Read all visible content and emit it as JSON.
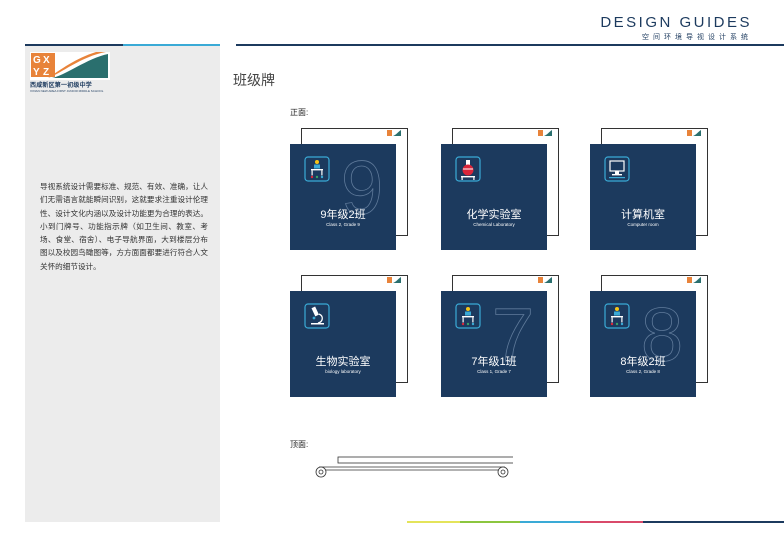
{
  "header": {
    "title": "DESIGN GUIDES",
    "subtitle": "空间环境导视设计系统"
  },
  "sidebar": {
    "logo": {
      "letters": [
        "G",
        "X",
        "Y",
        "Z"
      ],
      "school_name": "西咸新区第一初级中学",
      "school_name_en": "XIXIAN NEW AREA FIRST JUNIOR MIDDLE SCHOOL"
    },
    "description": "导视系统设计需要标准、规范、有效、准确，让人们无需语言就能瞬间识别，这就要求注重设计伦理性、设计文化内涵以及设计功能更为合理的表达。小到门牌号、功能指示牌（如卫生间、教室、考场、食堂、宿舍）、电子导航界面，大到楼层分布图以及校园鸟瞰图等，方方面面都要进行符合人文关怀的细节设计。"
  },
  "main": {
    "section_title": "班级牌",
    "front_label": "正面:",
    "top_label": "顶面:",
    "signs": [
      {
        "cn": "9年级2班",
        "en": "Class 2, Grade 9",
        "icon": "class-icon",
        "digit": "9"
      },
      {
        "cn": "化学实验室",
        "en": "Chemical Laboratory",
        "icon": "flask-icon",
        "digit": ""
      },
      {
        "cn": "计算机室",
        "en": "Computer room",
        "icon": "computer-icon",
        "digit": ""
      },
      {
        "cn": "生物实验室",
        "en": "biology laboratory",
        "icon": "microscope-icon",
        "digit": ""
      },
      {
        "cn": "7年级1班",
        "en": "Class 1, Grade 7",
        "icon": "class-icon",
        "digit": "7"
      },
      {
        "cn": "8年级2班",
        "en": "Class 2, Grade 8",
        "icon": "class-icon",
        "digit": "8"
      }
    ]
  },
  "colors": {
    "navy": "#1c3a5e",
    "accent_blue": "#3aaad6",
    "orange": "#e8833a",
    "yellow": "#f5c518",
    "green": "#3aa366",
    "red": "#d9263a",
    "footer": [
      "#e4e45a",
      "#8cc63f",
      "#3aaad6",
      "#d94a6a",
      "#1c3a5e"
    ]
  }
}
